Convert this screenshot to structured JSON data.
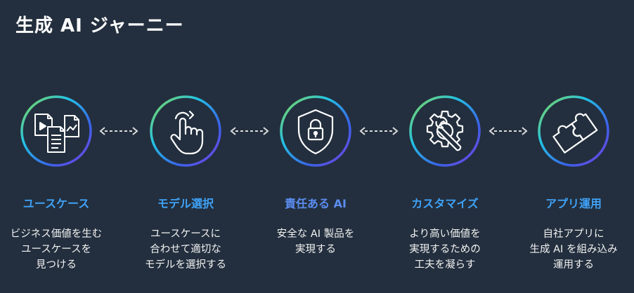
{
  "title": "生成 AI ジャーニー",
  "steps": [
    {
      "label": "ユースケース",
      "color": "#3fa2f7",
      "icon": "documents-icon",
      "desc": [
        "ビジネス価値を生む",
        "ユースケースを",
        "見つける"
      ]
    },
    {
      "label": "モデル選択",
      "color": "#3fa2f7",
      "icon": "pointer-hand-icon",
      "desc": [
        "ユースケースに",
        "合わせて適切な",
        "モデルを選択する"
      ]
    },
    {
      "label": "責任ある AI",
      "color": "#5b8df0",
      "icon": "shield-lock-icon",
      "desc": [
        "安全な AI 製品を",
        "実現する"
      ]
    },
    {
      "label": "カスタマイズ",
      "color": "#3fa2f7",
      "icon": "gear-wrench-icon",
      "desc": [
        "より高い価値を",
        "実現するための",
        "工夫を凝らす"
      ]
    },
    {
      "label": "アプリ運用",
      "color": "#3fa2f7",
      "icon": "puzzle-icon",
      "desc": [
        "自社アプリに",
        "生成 AI を組み込み",
        "運用する"
      ]
    }
  ]
}
